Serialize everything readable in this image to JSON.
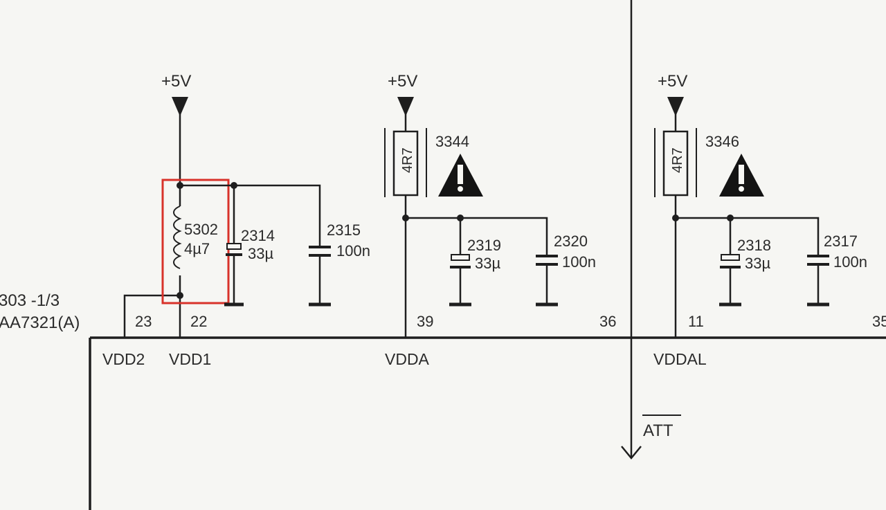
{
  "ic": {
    "ref": "303 -1/3",
    "part": "AA7321(A)",
    "pins": {
      "p23": "23",
      "p22": "22",
      "p39": "39",
      "p36": "36",
      "p11": "11",
      "p35": "35"
    },
    "pin_names": {
      "vdd2": "VDD2",
      "vdd1": "VDD1",
      "vdda": "VDDA",
      "vddal": "VDDAL"
    },
    "att": "ATT"
  },
  "supplies": {
    "s1": "+5V",
    "s2": "+5V",
    "s3": "+5V"
  },
  "components": {
    "l5302": {
      "ref": "5302",
      "value": "4µ7"
    },
    "c2314": {
      "ref": "2314",
      "value": "33µ"
    },
    "c2315": {
      "ref": "2315",
      "value": "100n"
    },
    "r3344": {
      "ref": "3344",
      "value": "4R7"
    },
    "c2319": {
      "ref": "2319",
      "value": "33µ"
    },
    "c2320": {
      "ref": "2320",
      "value": "100n"
    },
    "r3346": {
      "ref": "3346",
      "value": "4R7"
    },
    "c2318": {
      "ref": "2318",
      "value": "33µ"
    },
    "c2317": {
      "ref": "2317",
      "value": "100n"
    }
  },
  "colors": {
    "ink": "#1e1e1e",
    "highlight": "#d8322a",
    "paper": "#f6f6f3"
  },
  "icons": {
    "warning": "safety-warning-triangle-icon",
    "supply": "supply-arrow-icon"
  }
}
